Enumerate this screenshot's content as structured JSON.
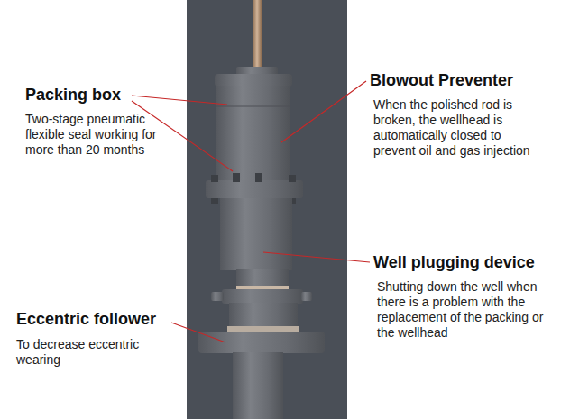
{
  "diagram": {
    "labels": [
      "Packing box",
      "Two-stage pneumatic flexible seal working for more than 20 months",
      "Blowout Preventer",
      "When the polished rod is broken, the wellhead is automatically closed to prevent oil and gas injection",
      "Well plugging device",
      "Shutting down the well when there is a problem with the replacement of the packing or the wellhead",
      "Eccentric follower",
      "To decrease eccentric wearing"
    ]
  }
}
